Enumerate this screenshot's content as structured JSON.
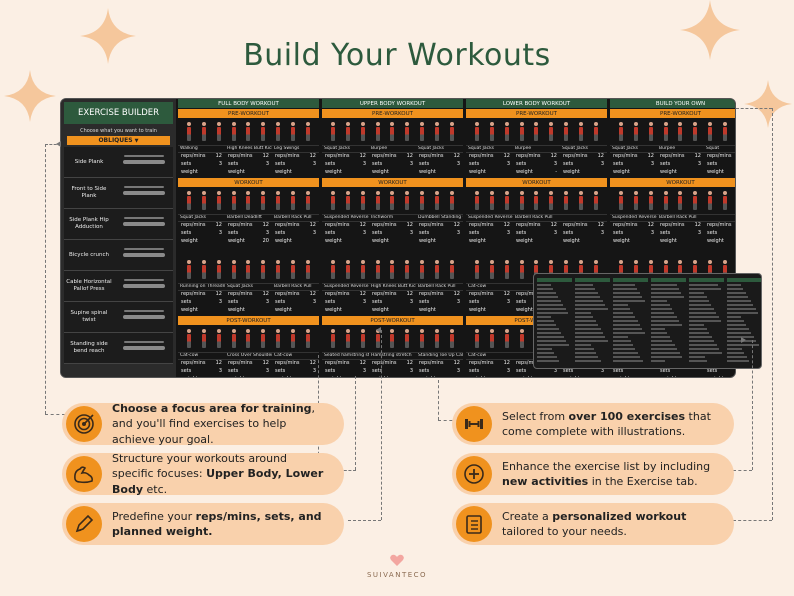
{
  "title": "Build Your Workouts",
  "brand": "SUIVANTECO",
  "colors": {
    "accent": "#f0921e",
    "green": "#2d5a3d",
    "pill": "#f9d1ac",
    "bg": "#fbefe4"
  },
  "builder": {
    "header": "EXERCISE BUILDER",
    "prompt": "Choose what you want to train",
    "focus": "OBLIQUES",
    "exercises": [
      "Side Plank",
      "Front to Side Plank",
      "Side Plank Hip Adduction",
      "Bicycle crunch",
      "Cable Horizontal Pallof Press",
      "Supine spinal twist",
      "Standing side bend reach"
    ]
  },
  "columns": [
    {
      "header": "FULL BODY WORKOUT",
      "sections": [
        {
          "label": "PRE-WORKOUT",
          "names": [
            "Walking",
            "High Knees Butt Kicks",
            "Leg Swings"
          ],
          "stats": [
            [
              "12",
              "3",
              ""
            ],
            [
              "12",
              "3",
              ""
            ],
            [
              "12",
              "3",
              ""
            ]
          ]
        },
        {
          "label": "WORKOUT",
          "names": [
            "Squat Jacks",
            "Barbell Deadlift",
            "Barbell Rack Pull"
          ],
          "stats": [
            [
              "12",
              "3",
              ""
            ],
            [
              "12",
              "3",
              "20"
            ],
            [
              "12",
              "3",
              ""
            ]
          ]
        },
        {
          "label": "",
          "names": [
            "Running on Threadmill",
            "Squat Jacks",
            "Barbell Rack Pull"
          ],
          "stats": [
            [
              "12",
              "3",
              ""
            ],
            [
              "12",
              "3",
              ""
            ],
            [
              "12",
              "3",
              ""
            ]
          ]
        },
        {
          "label": "POST-WORKOUT",
          "names": [
            "Cat-cow",
            "Cross Over Shoulder Stretch",
            "Cat-cow"
          ],
          "stats": [
            [
              "12",
              "3",
              ""
            ],
            [
              "12",
              "3",
              ""
            ],
            [
              "12",
              "3",
              ""
            ]
          ]
        }
      ]
    },
    {
      "header": "UPPER BODY WORKOUT",
      "sections": [
        {
          "label": "PRE-WORKOUT",
          "names": [
            "Squat Jacks",
            "Burpee",
            "Squat Jacks"
          ],
          "stats": [
            [
              "12",
              "3",
              ""
            ],
            [
              "12",
              "3",
              ""
            ],
            [
              "12",
              "3",
              ""
            ]
          ]
        },
        {
          "label": "WORKOUT",
          "names": [
            "Suspended Reverse Crunch",
            "Inchworm",
            "Dumbbell Standing Overhead"
          ],
          "stats": [
            [
              "12",
              "3",
              ""
            ],
            [
              "12",
              "3",
              ""
            ],
            [
              "12",
              "3",
              ""
            ]
          ]
        },
        {
          "label": "",
          "names": [
            "Suspended Reverse Crunch",
            "High Knees Butt Kicks",
            "Barbell Rack Pull"
          ],
          "stats": [
            [
              "12",
              "3",
              ""
            ],
            [
              "12",
              "3",
              ""
            ],
            [
              "12",
              "3",
              ""
            ]
          ]
        },
        {
          "label": "POST-WORKOUT",
          "names": [
            "Seated hamstring stretch",
            "Hamstring stretch",
            "Standing Toe Up Calf Stretch"
          ],
          "stats": [
            [
              "12",
              "3",
              ""
            ],
            [
              "12",
              "3",
              ""
            ],
            [
              "12",
              "3",
              ""
            ]
          ]
        }
      ]
    },
    {
      "header": "LOWER BODY WORKOUT",
      "sections": [
        {
          "label": "PRE-WORKOUT",
          "names": [
            "Squat Jacks",
            "Burpee",
            "Squat Jacks"
          ],
          "stats": [
            [
              "12",
              "3",
              ""
            ],
            [
              "12",
              "3",
              "-"
            ],
            [
              "12",
              "3",
              ""
            ]
          ]
        },
        {
          "label": "WORKOUT",
          "names": [
            "Suspended Reverse Crunch",
            "Barbell Rack Pull",
            ""
          ],
          "stats": [
            [
              "12",
              "3",
              ""
            ],
            [
              "12",
              "3",
              ""
            ],
            [
              "12",
              "3",
              ""
            ]
          ]
        },
        {
          "label": "",
          "names": [
            "Cat-cow",
            "",
            ""
          ],
          "stats": [
            [
              "12",
              "3",
              ""
            ],
            [
              "12",
              "3",
              ""
            ],
            [
              "12",
              "3",
              ""
            ]
          ]
        },
        {
          "label": "POST-WORKOUT",
          "names": [
            "Cat-cow",
            "",
            ""
          ],
          "stats": [
            [
              "12",
              "3",
              ""
            ],
            [
              "12",
              "3",
              ""
            ],
            [
              "12",
              "3",
              ""
            ]
          ]
        }
      ]
    },
    {
      "header": "BUILD YOUR OWN",
      "sections": [
        {
          "label": "PRE-WORKOUT",
          "names": [
            "Squat Jacks",
            "Burpee",
            "Squat"
          ],
          "stats": [
            [
              "12",
              "3",
              ""
            ],
            [
              "12",
              "3",
              ""
            ],
            [
              "12",
              "3",
              ""
            ]
          ]
        },
        {
          "label": "WORKOUT",
          "names": [
            "Suspended Reverse Crunch",
            "Barbell Rack Pull",
            ""
          ],
          "stats": [
            [
              "12",
              "3",
              ""
            ],
            [
              "12",
              "3",
              ""
            ],
            [
              "12",
              "3",
              ""
            ]
          ]
        },
        {
          "label": "",
          "names": [
            "",
            "",
            ""
          ],
          "stats": [
            [
              "",
              "",
              ""
            ],
            [
              "",
              "",
              ""
            ],
            [
              "",
              "",
              ""
            ]
          ]
        },
        {
          "label": "",
          "names": [
            "",
            "",
            ""
          ],
          "stats": [
            [
              "",
              "",
              ""
            ],
            [
              "",
              "",
              ""
            ],
            [
              "",
              "",
              ""
            ]
          ]
        }
      ]
    }
  ],
  "stat_labels": [
    "reps/mins",
    "sets",
    "weight"
  ],
  "callouts": {
    "left": [
      {
        "icon": "target-icon",
        "bold": "Choose a focus area for training",
        "text": ", and you'll find exercises to help achieve your goal."
      },
      {
        "icon": "flexed-arm-icon",
        "pre": "Structure your workouts around specific focuses: ",
        "bold": "Upper Body, Lower Body",
        "text": " etc."
      },
      {
        "icon": "pencil-icon",
        "pre": "Predefine your ",
        "bold": "reps/mins, sets, and planned weight.",
        "text": ""
      }
    ],
    "right": [
      {
        "icon": "dumbbell-icon",
        "pre": "Select from ",
        "bold": "over 100 exercises",
        "text": " that come complete with illustrations."
      },
      {
        "icon": "plus-icon",
        "pre": "Enhance the exercise list by including ",
        "bold": "new activities",
        "text": " in the Exercise tab."
      },
      {
        "icon": "checklist-icon",
        "pre": "Create a ",
        "bold": "personalized workout",
        "text": " tailored to your needs."
      }
    ]
  }
}
